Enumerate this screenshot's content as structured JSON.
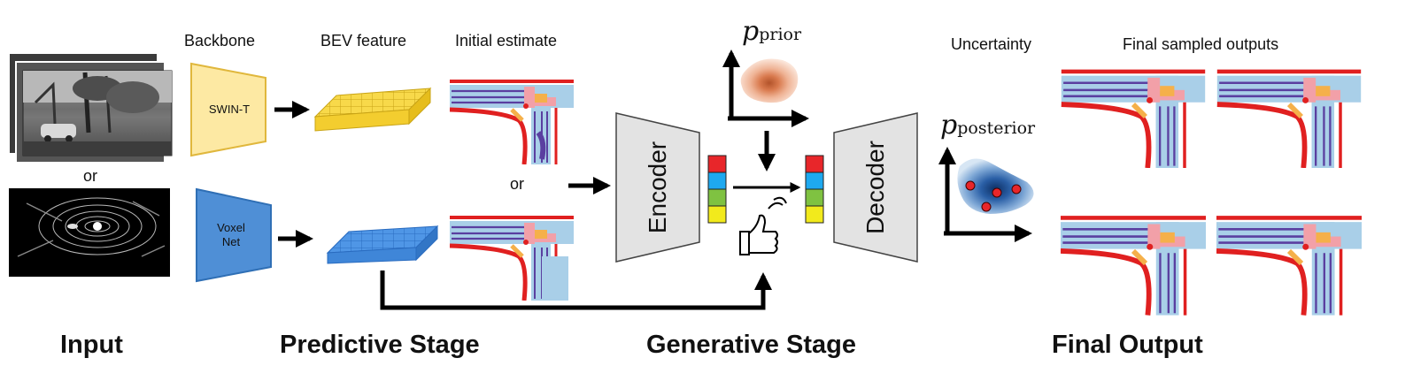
{
  "labels": {
    "backbone": "Backbone",
    "bev_feature": "BEV feature",
    "initial_estimate": "Initial estimate",
    "uncertainty": "Uncertainty",
    "final_sampled_outputs": "Final sampled outputs",
    "or_input": "or",
    "or_middle": "or"
  },
  "modules": {
    "swin": "SWIN-T",
    "voxel_line1": "Voxel",
    "voxel_line2": "Net",
    "encoder": "Encoder",
    "decoder": "Decoder"
  },
  "math": {
    "prior_symbol": "p",
    "prior_sub": "prior",
    "posterior_symbol": "p",
    "posterior_sub": "posterior"
  },
  "stages": {
    "input": "Input",
    "predictive": "Predictive Stage",
    "generative": "Generative Stage",
    "final": "Final Output"
  },
  "colors": {
    "swin_fill": "#fde9a3",
    "swin_stroke": "#e0b73c",
    "voxel_fill": "#4f8fd6",
    "voxel_stroke": "#2f6fb5",
    "bev_yellow": "#f8d94a",
    "bev_blue": "#4f96e6",
    "road_red": "#e02020",
    "lane_blue": "#a9cfe8",
    "lane_purple": "#5a3fa0",
    "cross_pink": "#f2a0a8",
    "orange": "#f5b04a",
    "latent": [
      "#e8262a",
      "#1ea9f0",
      "#7fc241",
      "#f2ea1c"
    ]
  }
}
